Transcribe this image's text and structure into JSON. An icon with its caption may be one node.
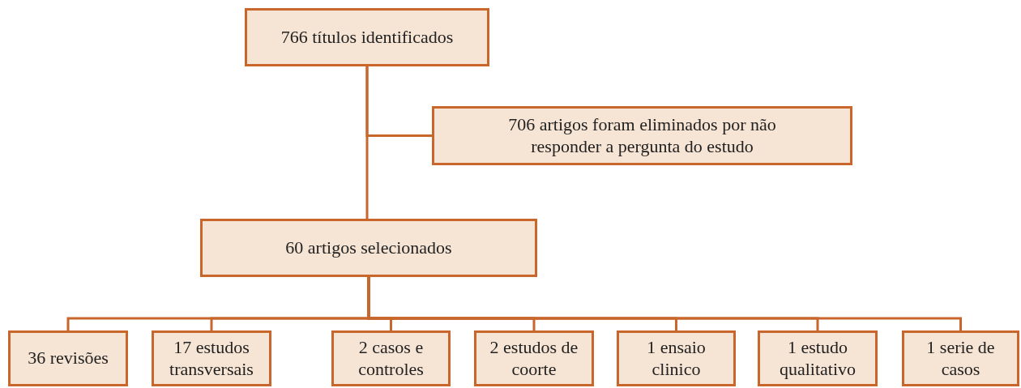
{
  "diagram": {
    "nodes": [
      {
        "text": [
          "766 títulos identificados"
        ]
      },
      {
        "text": [
          "706 artigos foram eliminados por não responder a pergunta do estudo"
        ]
      },
      {
        "text": [
          "60 artigos selecionados"
        ]
      },
      {
        "text": [
          "36 revisões"
        ]
      },
      {
        "text": [
          "17 estudos transversais"
        ]
      },
      {
        "text": [
          "2 casos e controles"
        ]
      },
      {
        "text": [
          "2 estudos de coorte"
        ]
      },
      {
        "text": [
          "1 ensaio clinico"
        ]
      },
      {
        "text": [
          "1 estudo qualitativo"
        ]
      },
      {
        "text": [
          "1 serie de casos"
        ]
      }
    ],
    "edges": [
      {
        "from": 0,
        "to": 1,
        "arrow": "none"
      },
      {
        "from": 0,
        "to": 2,
        "arrow": "none"
      },
      {
        "from": 2,
        "to": 3,
        "arrow": "none"
      },
      {
        "from": 2,
        "to": 4,
        "arrow": "none"
      },
      {
        "from": 2,
        "to": 5,
        "arrow": "none"
      },
      {
        "from": 2,
        "to": 6,
        "arrow": "none"
      },
      {
        "from": 2,
        "to": 7,
        "arrow": "none"
      },
      {
        "from": 2,
        "to": 8,
        "arrow": "none"
      },
      {
        "from": 2,
        "to": 9,
        "arrow": "none"
      }
    ]
  }
}
